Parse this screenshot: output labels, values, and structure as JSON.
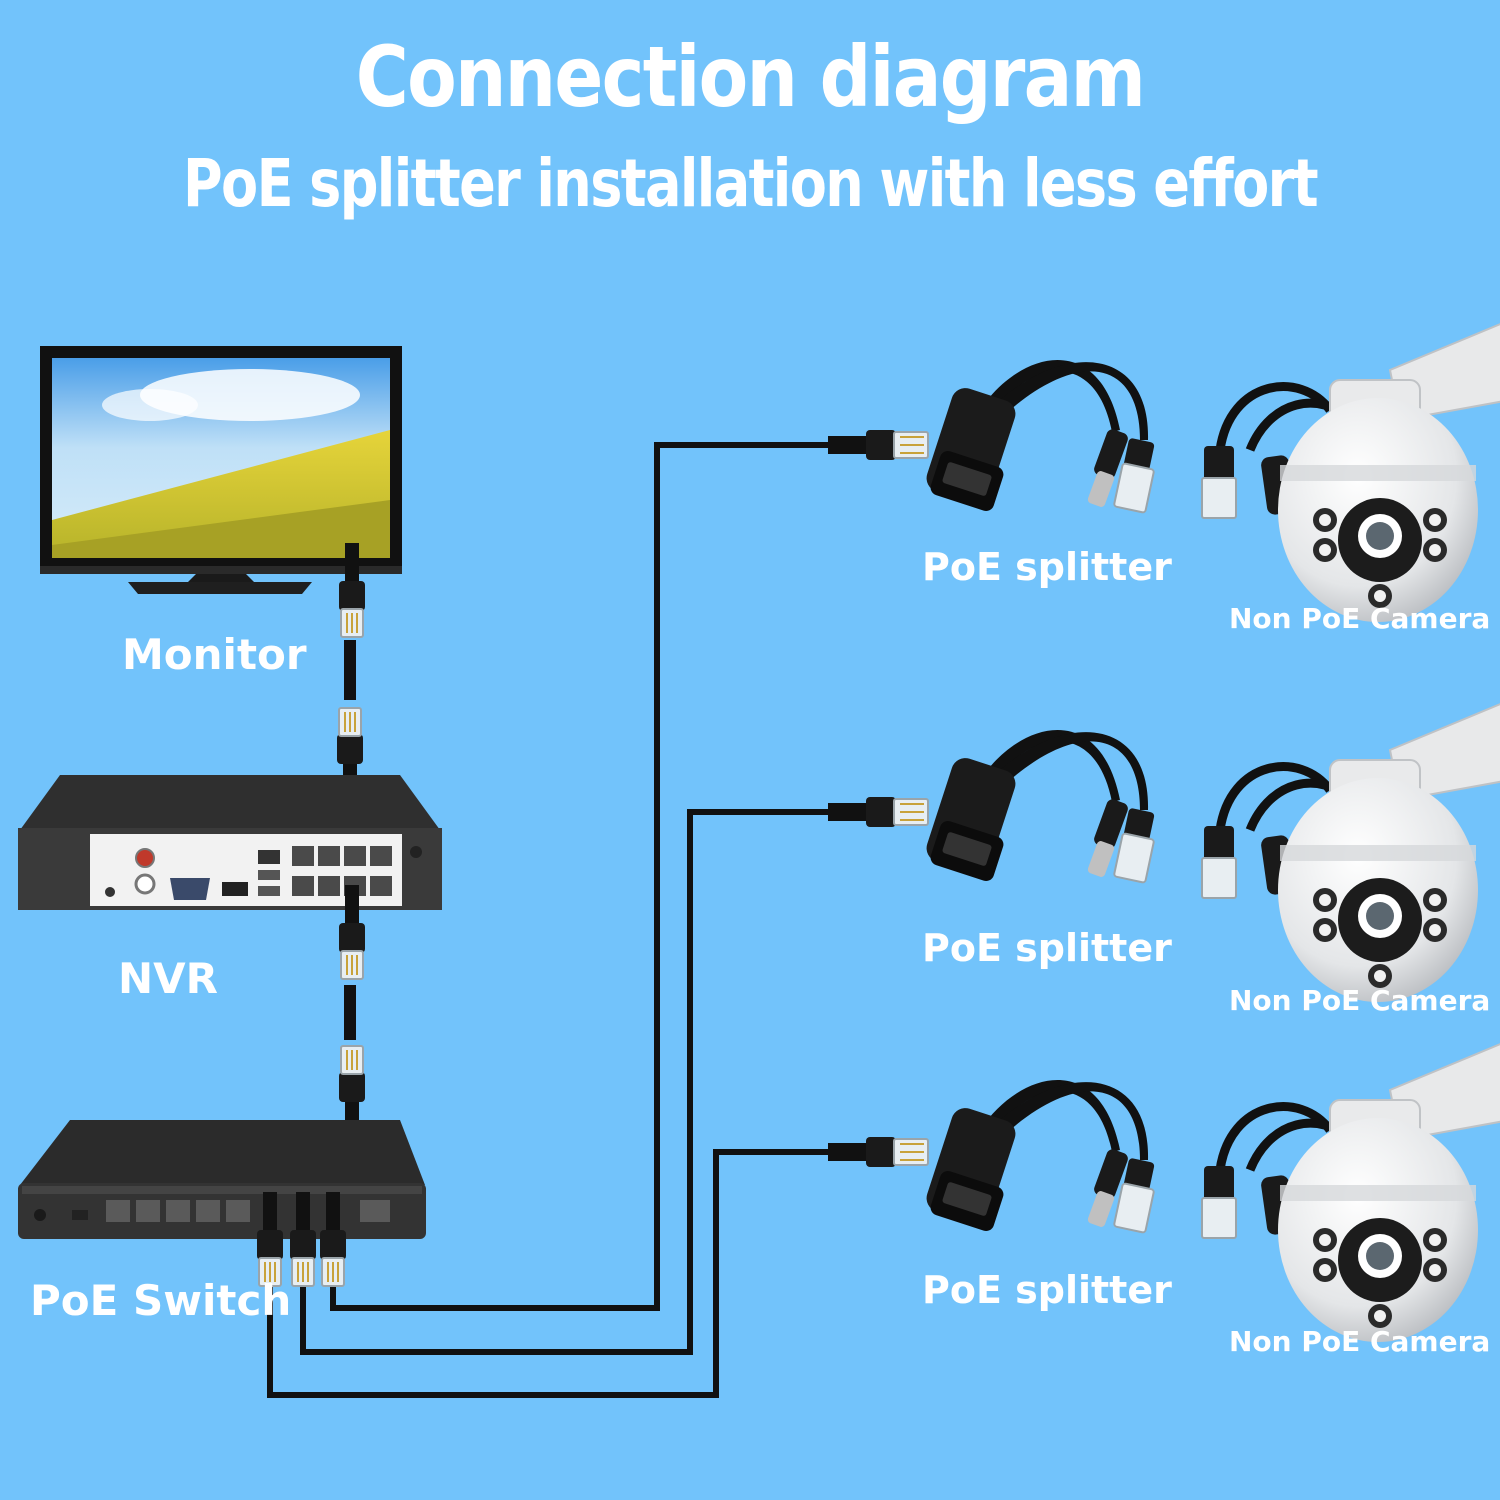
{
  "title": "Connection diagram",
  "subtitle": "PoE splitter installation with less effort",
  "devices": {
    "monitor": "Monitor",
    "nvr": "NVR",
    "switch": "PoE Switch"
  },
  "endpoints": [
    {
      "splitter_label": "PoE splitter",
      "camera_label": "Non PoE Camera"
    },
    {
      "splitter_label": "PoE splitter",
      "camera_label": "Non PoE Camera"
    },
    {
      "splitter_label": "PoE splitter",
      "camera_label": "Non PoE Camera"
    }
  ],
  "colors": {
    "background": "#72c3fb",
    "text": "#ffffff",
    "cable": "#111111",
    "device_body": "#2b2b2b"
  }
}
